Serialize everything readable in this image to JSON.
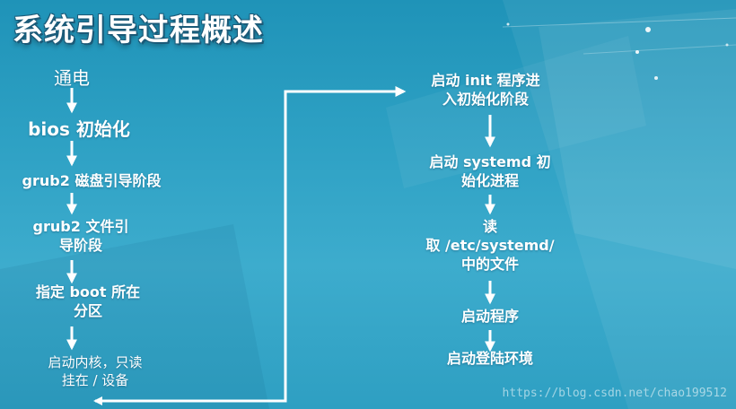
{
  "title": "系统引导过程概述",
  "left_column": [
    "通电",
    "bios 初始化",
    "grub2 磁盘引导阶段",
    "grub2 文件引\n导阶段",
    "指定 boot 所在\n分区",
    "启动内核，只读\n挂在 / 设备"
  ],
  "right_column": [
    "启动 init 程序进\n入初始化阶段",
    "启动 systemd 初\n始化进程",
    "读\n取 /etc/systemd/\n中的文件",
    "启动程序",
    "启动登陆环境"
  ],
  "watermark": "https://blog.csdn.net/chao199512",
  "colors": {
    "background": "#2ea1c4",
    "text": "#ffffff",
    "title_outline": "#1b5a78",
    "arrow": "#ffffff"
  }
}
